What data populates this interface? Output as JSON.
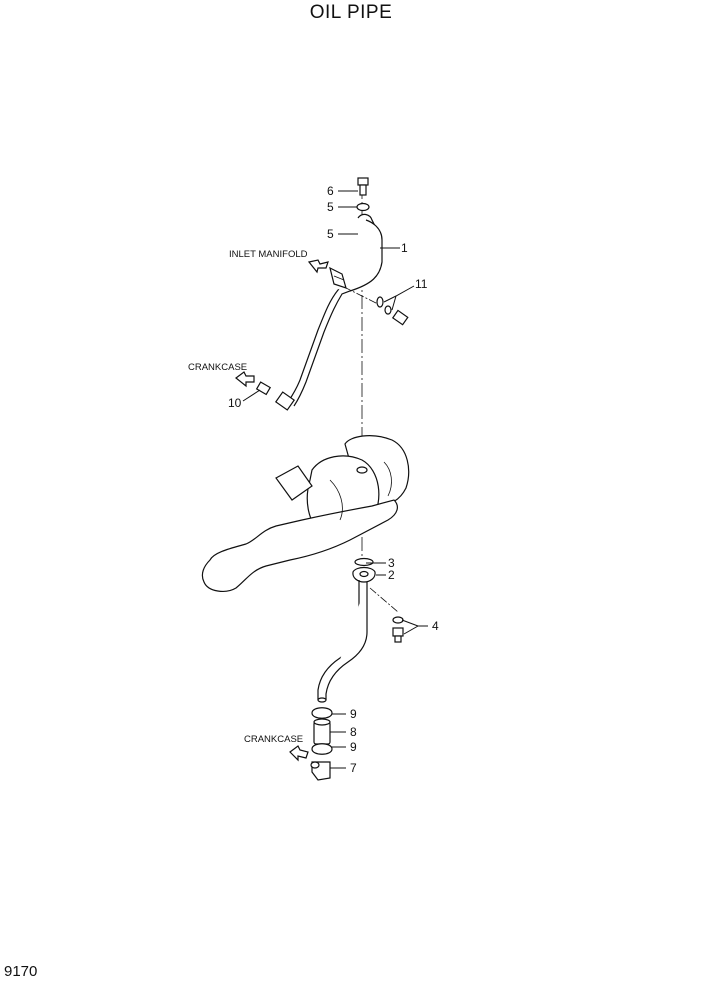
{
  "title": "OIL PIPE",
  "page_number": "9170",
  "notes": {
    "inlet_manifold": "INLET MANIFOLD",
    "crankcase_top": "CRANKCASE",
    "crankcase_bottom": "CRANKCASE"
  },
  "callouts": [
    {
      "id": "c6",
      "label": "6"
    },
    {
      "id": "c5a",
      "label": "5"
    },
    {
      "id": "c5b",
      "label": "5"
    },
    {
      "id": "c1",
      "label": "1"
    },
    {
      "id": "c11",
      "label": "11"
    },
    {
      "id": "c10",
      "label": "10"
    },
    {
      "id": "c3",
      "label": "3"
    },
    {
      "id": "c2",
      "label": "2"
    },
    {
      "id": "c4",
      "label": "4"
    },
    {
      "id": "c9a",
      "label": "9"
    },
    {
      "id": "c8",
      "label": "8"
    },
    {
      "id": "c9b",
      "label": "9"
    },
    {
      "id": "c7",
      "label": "7"
    }
  ]
}
